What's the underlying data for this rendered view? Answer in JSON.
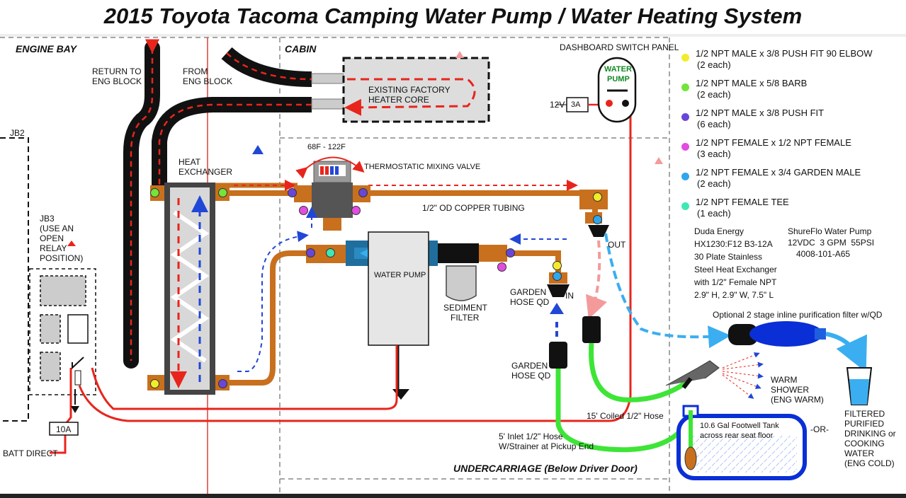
{
  "title": "2015 Toyota Tacoma Camping Water Pump / Water Heating System",
  "zones": {
    "engine_bay": "ENGINE BAY",
    "cabin": "CABIN",
    "undercarriage": "UNDERCARRIAGE (Below Driver Door)",
    "dashboard": "DASHBOARD SWITCH PANEL"
  },
  "labels": {
    "return_l1": "RETURN TO",
    "return_l2": "ENG BLOCK",
    "from_l1": "FROM",
    "from_l2": "ENG BLOCK",
    "heater_l1": "EXISTING FACTORY",
    "heater_l2": "HEATER CORE",
    "switch_l1": "WATER",
    "switch_l2": "PUMP",
    "v12": "12V",
    "fuse3a": "3A",
    "jb2": "JB2",
    "jb3_l1": "JB3",
    "jb3_l2": "(USE AN",
    "jb3_l3": "OPEN",
    "jb3_l4": "RELAY",
    "jb3_l5": "POSITION)",
    "hx_l1": "HEAT",
    "hx_l2": "EXCHANGER",
    "temp_range": "68F - 122F",
    "mixing_valve": "THERMOSTATIC MIXING VALVE",
    "copper": "1/2\" OD COPPER TUBING",
    "out": "OUT",
    "in": "IN",
    "water_pump": "WATER PUMP",
    "sediment_l1": "SEDIMENT",
    "sediment_l2": "FILTER",
    "ghqd1_l1": "GARDEN",
    "ghqd1_l2": "HOSE QD",
    "ghqd2_l1": "GARDEN",
    "ghqd2_l2": "HOSE QD",
    "optional_filter": "Optional 2 stage inline purification filter w/QD",
    "shower_l1": "WARM",
    "shower_l2": "SHOWER",
    "shower_l3": "(ENG WARM)",
    "coiled": "15' Coiled 1/2\" Hose",
    "inlet_l1": "5' Inlet 1/2\" Hose",
    "inlet_l2": "W/Strainer at Pickup End",
    "tank_l1": "10.6 Gal Footwell Tank",
    "tank_l2": "across rear seat floor",
    "or": "-OR-",
    "drink_l1": "FILTERED",
    "drink_l2": "PURIFIED",
    "drink_l3": "DRINKING or",
    "drink_l4": "COOKING",
    "drink_l5": "WATER",
    "drink_l6": "(ENG COLD)",
    "fuse10a": "10A",
    "batt": "BATT DIRECT"
  },
  "legend": [
    {
      "color": "#f2ec2b",
      "line1": "1/2 NPT MALE x 3/8 PUSH FIT 90 ELBOW",
      "line2": "(2 each)"
    },
    {
      "color": "#74e33a",
      "line1": "1/2 NPT MALE x 5/8 BARB",
      "line2": "(2 each)"
    },
    {
      "color": "#6a46d8",
      "line1": "1/2 NPT MALE x 3/8 PUSH FIT",
      "line2": "(6 each)"
    },
    {
      "color": "#e24ce0",
      "line1": "1/2 NPT FEMALE x 1/2 NPT FEMALE",
      "line2": "(3 each)"
    },
    {
      "color": "#2ea7ec",
      "line1": "1/2 NPT FEMALE x 3/4 GARDEN MALE",
      "line2": "(2 each)"
    },
    {
      "color": "#3ee8b4",
      "line1": "1/2 NPT FEMALE TEE",
      "line2": "(1 each)"
    }
  ],
  "specs_hx": [
    "Duda Energy",
    "HX1230:F12 B3-12A",
    "30 Plate Stainless",
    "Steel Heat Exchanger",
    "with 1/2\" Female NPT",
    "2.9\" H, 2.9\" W, 7.5\" L"
  ],
  "specs_pump": [
    "ShureFlo Water Pump",
    "12VDC  3 GPM  55PSI",
    "4008-101-A65"
  ],
  "colors": {
    "hose_black": "#111111",
    "copper": "#c8701e",
    "wire_red": "#e8251c",
    "hot_flow": "#e8251c",
    "cold_flow": "#2147d6",
    "garden_hose": "#3de536",
    "pump_blue": "#1f6e9e",
    "tank_blue": "#0a2fd6",
    "filtered_water": "#3aaef0",
    "warm_dashed": "#f49a9a"
  }
}
